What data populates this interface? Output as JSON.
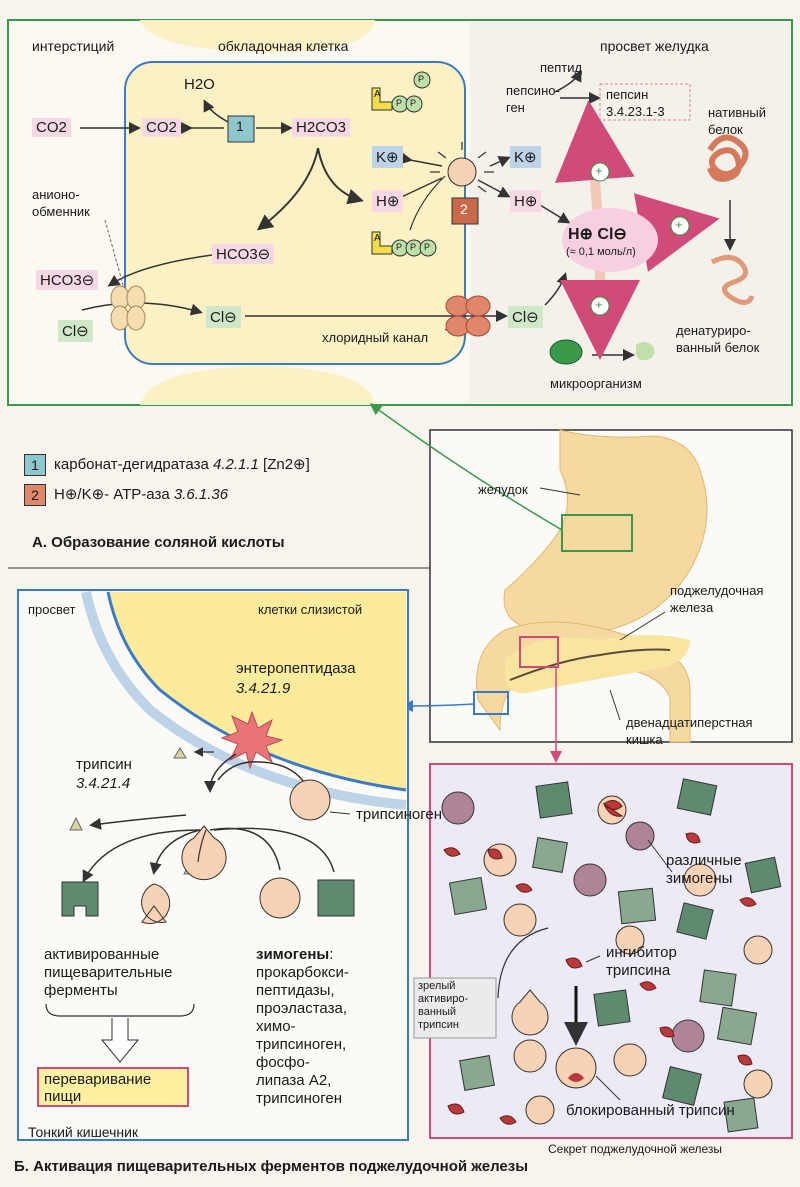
{
  "panelA": {
    "title": "А. Образование соляной кислоты",
    "interstitium": "интерстиций",
    "parietal_cell": "обкладочная клетка",
    "lumen": "просвет желудка",
    "co2_out": "CO2",
    "co2_in": "CO2",
    "h2o": "H2O",
    "h2co3": "H2CO3",
    "enzyme1": "1",
    "enzyme2": "2",
    "k_plus_left": "K⊕",
    "h_plus_left": "H⊕",
    "k_plus_right": "K⊕",
    "h_plus_right": "H⊕",
    "hco3_cell": "HCO3⊖",
    "hco3_out": "HCO3⊖",
    "cl_out": "Cl⊖",
    "cl_cell": "Cl⊖",
    "cl_lumen": "Cl⊖",
    "anion_exchanger": "анионо-\nобменник",
    "chloride_channel": "хлоридный канал",
    "hcl": "H⊕ Cl⊖",
    "hcl_conc": "(≈ 0,1 моль/л)",
    "pepsinogen": "пепсино-\nген",
    "peptide": "пептид",
    "pepsin": "пепсин\n3.4.23.1-3",
    "native_protein": "нативный\nбелок",
    "denatured_protein": "денатуриро-\nванный белок",
    "microorganism": "микроорганизм",
    "atp_a": "A",
    "atp_p1": "P",
    "atp_p2": "P",
    "atp_p3": "P",
    "plus": "+"
  },
  "legend": {
    "item1_num": "1",
    "item1_text": "карбонат-дегидратаза",
    "item1_ec": "4.2.1.1",
    "item1_cofactor": "[Zn2⊕]",
    "item2_num": "2",
    "item2_text": "H⊕/K⊕- АТР-аза",
    "item2_ec": "3.6.1.36"
  },
  "stomach": {
    "stomach_label": "желудок",
    "pancreas": "поджелудочная\nжелеза",
    "duodenum": "двенадцатиперстная\nкишка"
  },
  "panelB": {
    "title": "Б. Активация пищеварительных ферментов поджелудочной железы",
    "lumen": "просвет",
    "mucosa": "клетки слизистой",
    "enteropeptidase": "энтеропептидаза",
    "enteropeptidase_ec": "3.4.21.9",
    "trypsin": "трипсин",
    "trypsin_ec": "3.4.21.4",
    "trypsinogen": "трипсиноген",
    "activated": "активированные\nпищеварительные\nферменты",
    "zymogens_head": "зимогены",
    "zymogens_colon": ":",
    "zymogens_list": "прокарбокси-\nпептидазы,\nпроэластаза,\nхимо-\nтрипсиноген,\nфосфо-\nлипаза A2,\nтрипсиноген",
    "digestion": "переваривание\nпищи",
    "small_intestine": "Тонкий кишечник",
    "various_zymogens": "различные\nзимогены",
    "trypsin_inhibitor": "ингибитор\nтрипсина",
    "mature_trypsin": "зрелый\nактивиро-\nванный\nтрипсин",
    "blocked_trypsin": "блокированный трипсин",
    "pancreatic_secretion": "Секрет поджелудочной железы"
  },
  "colors": {
    "panelA_border": "#3a9a4a",
    "panelB_border": "#3a7ac8",
    "secretion_border": "#d04a7a",
    "pink_label": "#f8d8e4",
    "enzyme1": "#8ec8cc",
    "enzyme2": "#c86a4a",
    "zymogen": "#f8d2b4",
    "zymogen_purple": "#b08498",
    "green_square": "#5e8a70",
    "inhibitor": "#b83a3a"
  }
}
